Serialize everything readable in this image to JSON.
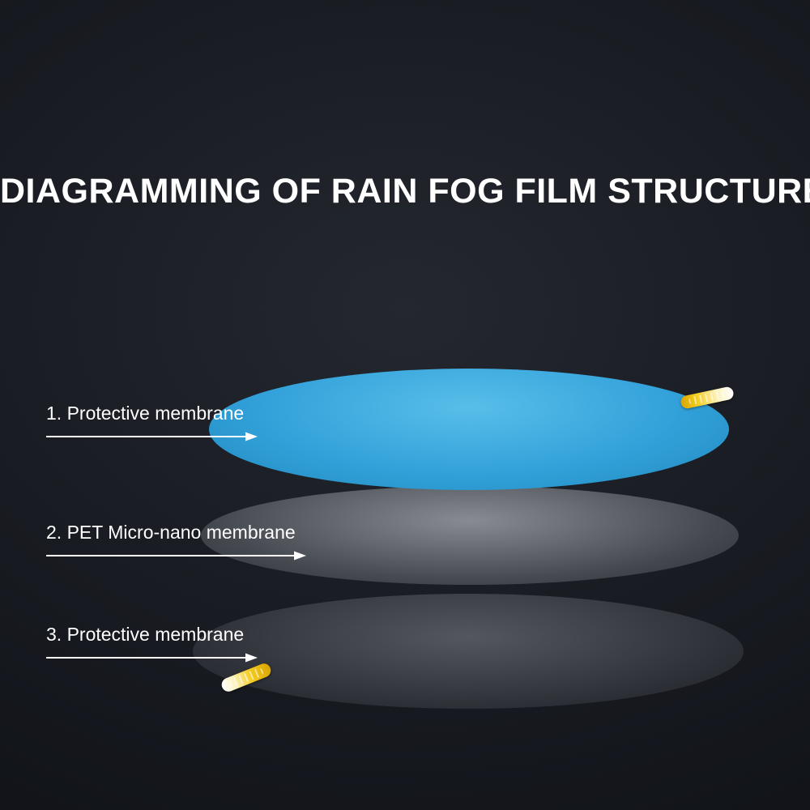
{
  "diagram": {
    "title": "DIAGRAMMING OF RAIN FOG FILM STRUCTURE",
    "layers": [
      {
        "index": "1",
        "label": "1. Protective membrane",
        "color": "#33a2da"
      },
      {
        "index": "2",
        "label": "2. PET Micro-nano membrane",
        "color": "#aab0b8"
      },
      {
        "index": "3",
        "label": "3. Protective membrane",
        "color": "#84888f"
      }
    ],
    "icons": {
      "pull_tab_top": "pull-tab-icon",
      "pull_tab_bottom": "pull-tab-icon",
      "label_arrows": "arrow-right-icon"
    },
    "colors": {
      "background": "#14171d",
      "text": "#ffffff",
      "layer1_blue": "#33a2da",
      "pull_tab_yellow": "#f3cc1e"
    }
  }
}
